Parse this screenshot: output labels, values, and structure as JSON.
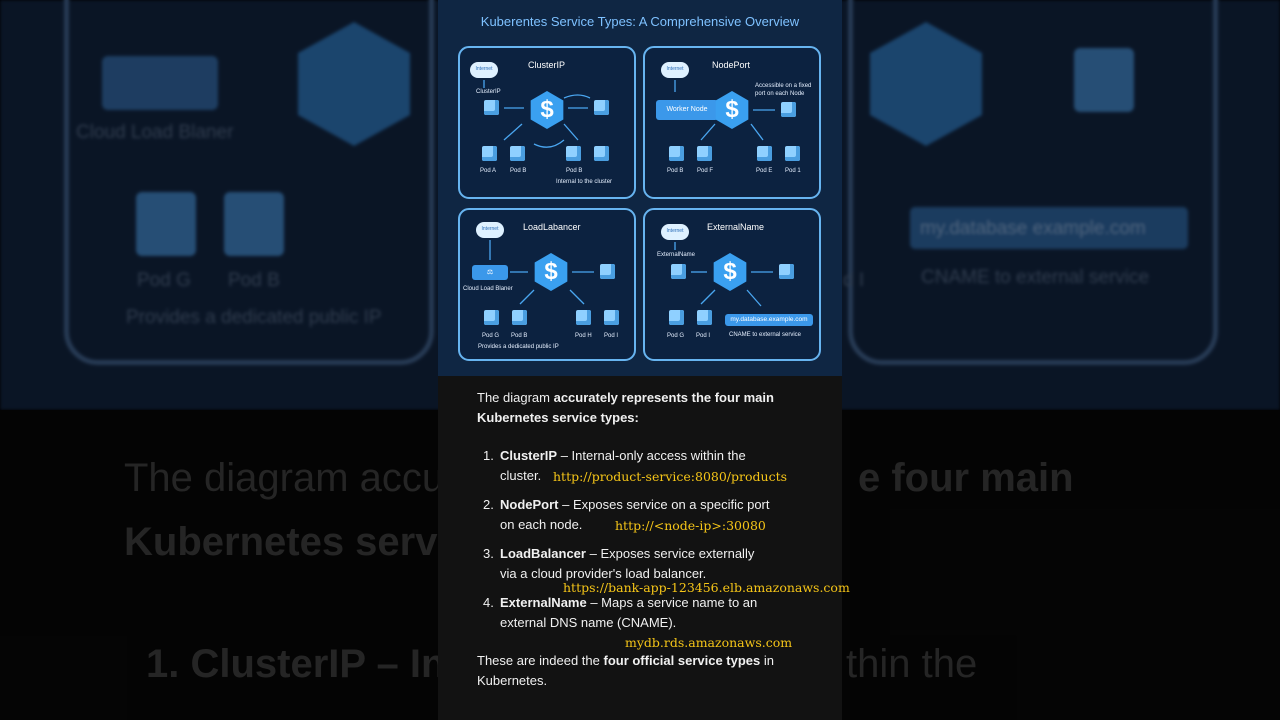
{
  "diagram": {
    "title": "Kuberentes Service Types: A Comprehensive Overview",
    "panels": {
      "clusterip": {
        "title": "ClusterIP",
        "cloud": "Internet",
        "service_label": "ClusterIP",
        "pods": [
          "Pod A",
          "Pod B",
          "Pod B"
        ],
        "note": "Internal to the cluster"
      },
      "nodeport": {
        "title": "NodePort",
        "cloud": "Internet",
        "node": "Worker Node",
        "note": "Accessible on a fixed port on each Node",
        "pods": [
          "Pod B",
          "Pod F",
          "Pod E",
          "Pod 1"
        ]
      },
      "loadbalancer": {
        "title": "LoadLabancer",
        "cloud": "Internet",
        "lb_label": "Cloud Load Blaner",
        "pods": [
          "Pod G",
          "Pod B",
          "Pod H",
          "Pod I"
        ],
        "note": "Provides a dedicated public IP"
      },
      "externalname": {
        "title": "ExternalName",
        "cloud": "Internet",
        "service_label": "ExternalName",
        "pods": [
          "Pod G",
          "Pod I"
        ],
        "dns": "my.database.example.com",
        "note": "CNAME to external service"
      }
    },
    "service_symbol": "$"
  },
  "background": {
    "lb_label": "Cloud Load Blaner",
    "pods_left": [
      "Pod G",
      "Pod B"
    ],
    "left_caption": "Provides a dedicated public IP",
    "dns": "my.database example.com",
    "right_caption": "CNAME to external service",
    "pod_right": "d I",
    "big_line1_left": "The diagram accu",
    "big_line1_right": "e four main",
    "big_line2_left": "Kubernetes servi",
    "big_line3_left": "1. ClusterIP – In",
    "big_line3_right": "thin the"
  },
  "text": {
    "intro_prefix": "The diagram ",
    "intro_bold": "accurately represents the four main Kubernetes service types:",
    "items": [
      {
        "num": "1.",
        "name": "ClusterIP",
        "desc": " – Internal-only access within the cluster.",
        "url": "http://product-service:8080/products"
      },
      {
        "num": "2.",
        "name": "NodePort",
        "desc": " – Exposes service on a specific port on each node.",
        "url": "http://<node-ip>:30080"
      },
      {
        "num": "3.",
        "name": "LoadBalancer",
        "desc": " – Exposes service externally via a cloud provider's load balancer.",
        "url": "https://bank-app-123456.elb.amazonaws.com"
      },
      {
        "num": "4.",
        "name": "ExternalName",
        "desc": " – Maps a service name to an external DNS name (CNAME).",
        "url": "mydb.rds.amazonaws.com"
      }
    ],
    "outro_prefix": "These are indeed the ",
    "outro_bold": "four official service types",
    "outro_suffix": " in Kubernetes."
  },
  "colors": {
    "accent": "#7ec1ff",
    "panel_border": "#67b4f0",
    "url": "#f5c518"
  }
}
